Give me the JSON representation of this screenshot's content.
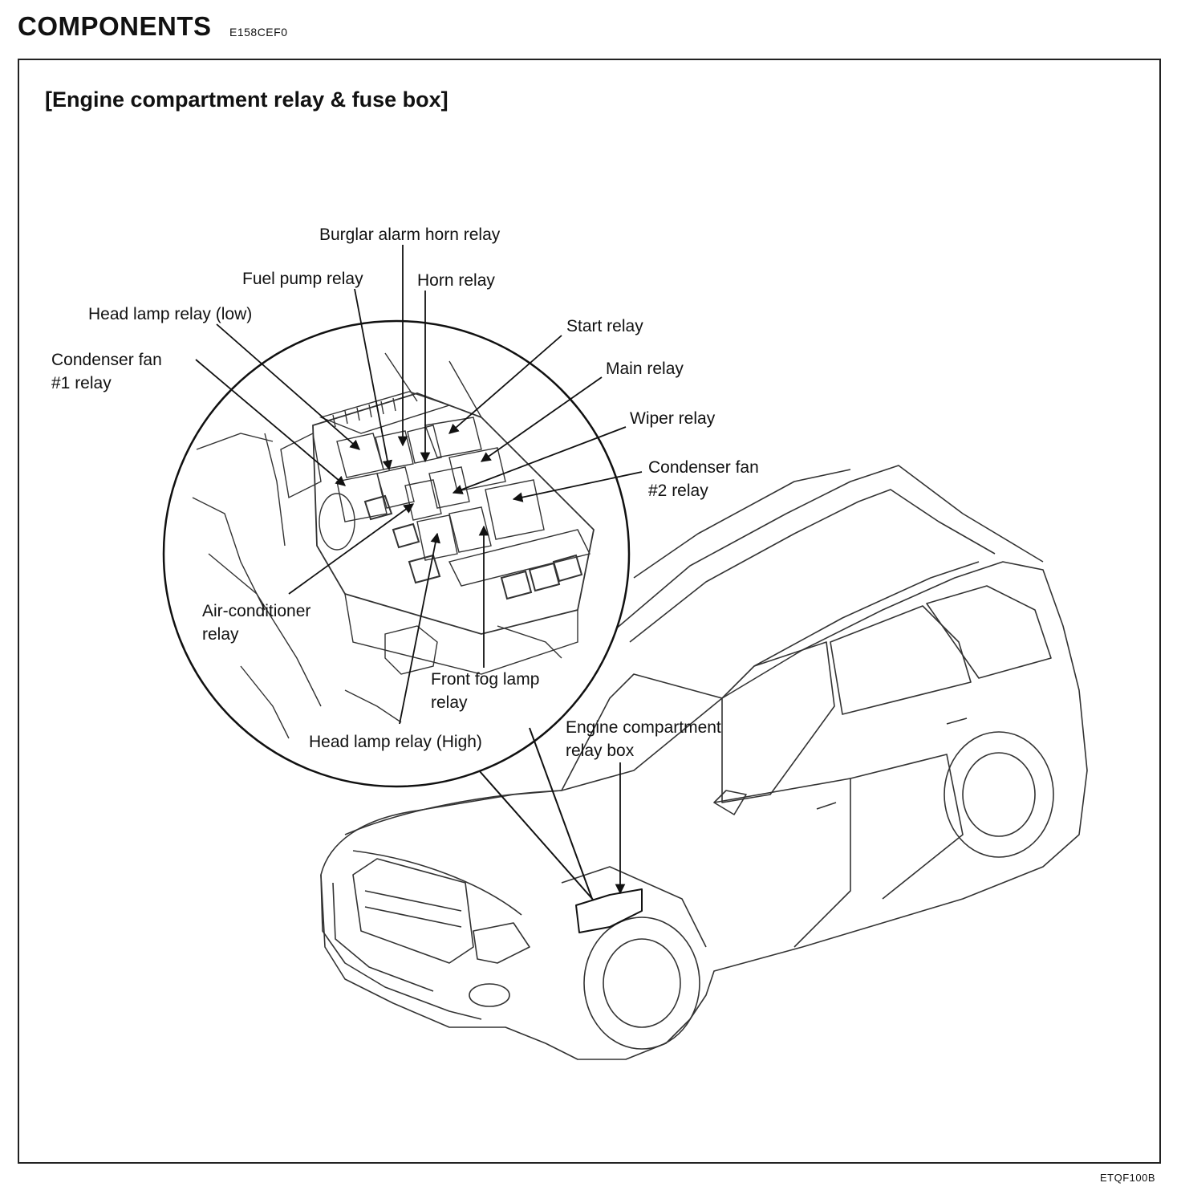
{
  "header": {
    "title": "COMPONENTS",
    "code": "E158CEF0"
  },
  "figure": {
    "subtitle": "[Engine compartment relay & fuse box]",
    "code": "ETQF100B"
  },
  "labels": {
    "burglar_alarm_horn_relay": "Burglar alarm horn relay",
    "fuel_pump_relay": "Fuel pump relay",
    "horn_relay": "Horn relay",
    "head_lamp_relay_low": "Head lamp relay (low)",
    "start_relay": "Start relay",
    "condenser_fan_1_line1": "Condenser fan",
    "condenser_fan_1_line2": "#1 relay",
    "main_relay": "Main relay",
    "wiper_relay": "Wiper relay",
    "condenser_fan_2_line1": "Condenser fan",
    "condenser_fan_2_line2": "#2 relay",
    "air_conditioner_line1": "Air-conditioner",
    "air_conditioner_line2": "relay",
    "front_fog_lamp_line1": "Front fog lamp",
    "front_fog_lamp_line2": "relay",
    "head_lamp_relay_high": "Head lamp relay (High)",
    "engine_compartment_line1": "Engine compartment",
    "engine_compartment_line2": "relay box"
  }
}
